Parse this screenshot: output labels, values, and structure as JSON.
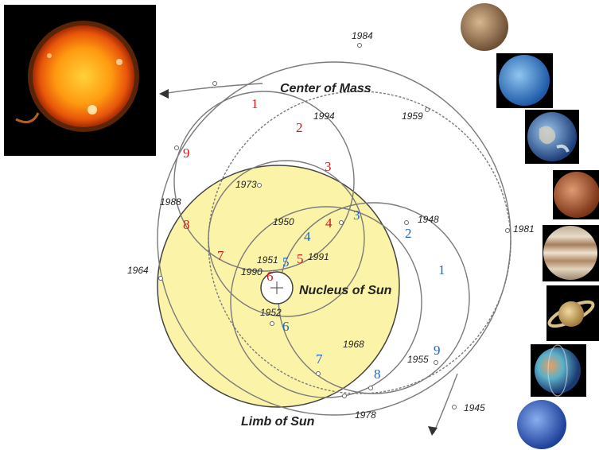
{
  "labels": {
    "center_of_mass": "Center of Mass",
    "nucleus_of_sun": "Nucleus of Sun",
    "limb_of_sun": "Limb of Sun"
  },
  "years": [
    "1984",
    "1994",
    "1959",
    "1973",
    "1988",
    "1950",
    "1948",
    "1951",
    "1990",
    "1991",
    "1981",
    "1964",
    "1952",
    "1968",
    "1955",
    "1978",
    "1945"
  ],
  "red_markers": [
    "1",
    "2",
    "3",
    "4",
    "5",
    "6",
    "7",
    "8",
    "9"
  ],
  "blue_markers": [
    "1",
    "2",
    "3",
    "4",
    "5",
    "6",
    "7",
    "8",
    "9"
  ],
  "planets": [
    "mercury",
    "venus",
    "earth",
    "mars",
    "jupiter",
    "saturn",
    "uranus",
    "neptune"
  ],
  "colors": {
    "sun_disk": "#fbf4a8",
    "red_marker": "#cc1a1a",
    "blue_marker": "#1a66cc",
    "path": "#7a7a7a"
  }
}
